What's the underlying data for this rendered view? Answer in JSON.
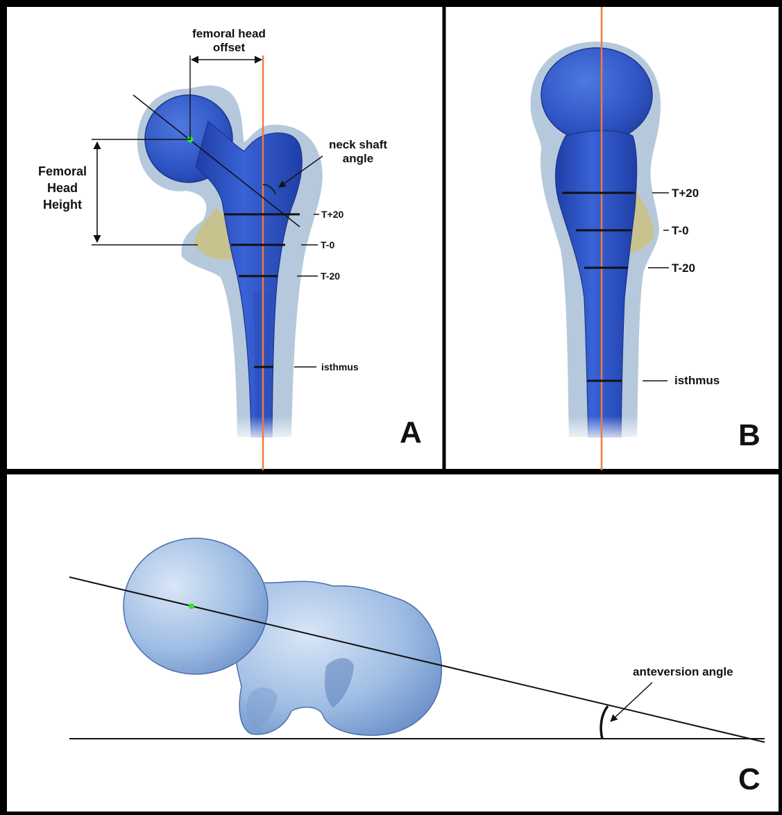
{
  "panels": {
    "a": {
      "letter": "A",
      "labels": {
        "offset_line1": "femoral head",
        "offset_line2": "offset",
        "neck_line1": "neck shaft",
        "neck_line2": "angle",
        "height_line1": "Femoral",
        "height_line2": "Head",
        "height_line3": "Height",
        "t_plus_20": "T+20",
        "t_0": "T-0",
        "t_minus_20": "T-20",
        "isthmus": "isthmus"
      }
    },
    "b": {
      "letter": "B",
      "labels": {
        "t_plus_20": "T+20",
        "t_0": "T-0",
        "t_minus_20": "T-20",
        "isthmus": "isthmus"
      }
    },
    "c": {
      "letter": "C",
      "labels": {
        "anteversion": "anteversion angle"
      }
    }
  },
  "colors": {
    "bone_blue": "#2f55c4",
    "bone_dark": "#1c3899",
    "soft_tissue": "#a9bfd6",
    "trochanter_fill": "#c9c28a",
    "axis_orange": "#f07a3a",
    "head_center": "#22ee22",
    "panel_c_bone": "#8fb0dc"
  }
}
